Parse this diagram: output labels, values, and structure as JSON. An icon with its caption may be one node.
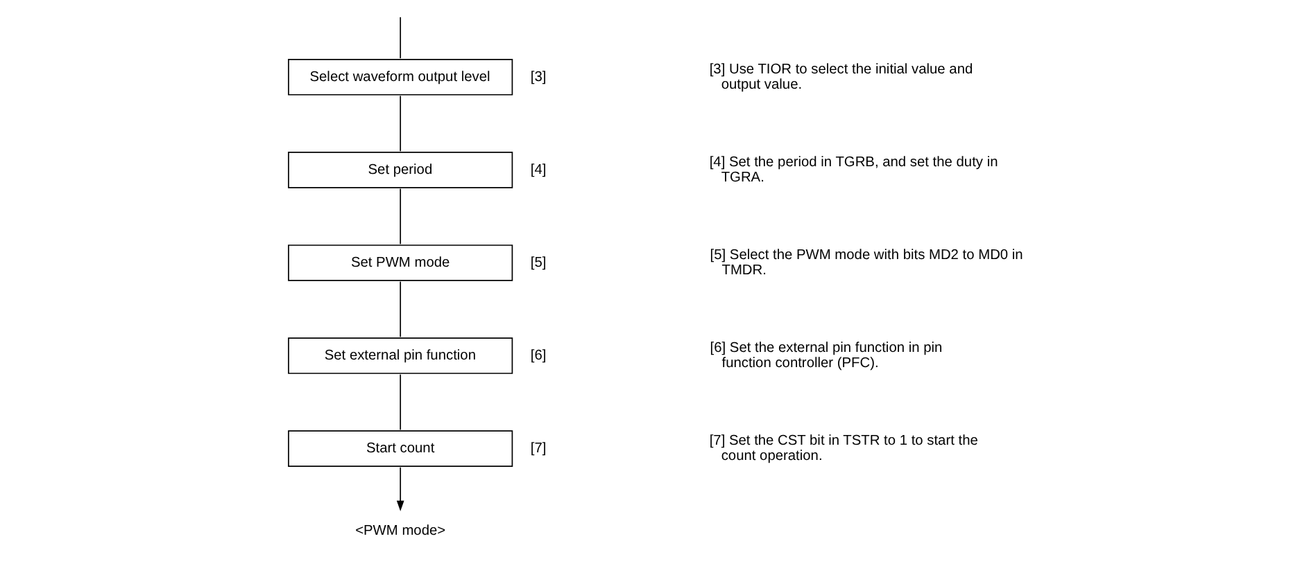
{
  "diagram": {
    "nodes": [
      {
        "text": [
          "Select waveform output level"
        ],
        "beside": [
          "[3]"
        ]
      },
      {
        "text": [
          "Set period"
        ],
        "beside": [
          "[4]"
        ]
      },
      {
        "text": [
          "Set PWM mode"
        ],
        "beside": [
          "[5]"
        ]
      },
      {
        "text": [
          "Set external pin function"
        ],
        "beside": [
          "[6]"
        ]
      },
      {
        "text": [
          "Start count"
        ],
        "beside": [
          "[7]"
        ]
      },
      {
        "text": [
          "<PWM mode>"
        ]
      }
    ],
    "edges": [
      {
        "from": null,
        "to": 0,
        "arrow": "none"
      },
      {
        "from": 0,
        "to": 1,
        "arrow": "none"
      },
      {
        "from": 1,
        "to": 2,
        "arrow": "none"
      },
      {
        "from": 2,
        "to": 3,
        "arrow": "none"
      },
      {
        "from": 3,
        "to": 4,
        "arrow": "none"
      },
      {
        "from": 4,
        "to": 5,
        "arrow": "to"
      }
    ],
    "labels": [
      "[3] Use TIOR to select the initial value and output value.",
      "[4] Set the period in TGRB, and set the duty in TGRA.",
      "[5] Select the PWM mode with bits MD2 to MD0 in TMDR.",
      "[6] Set the external pin function in pin function controller (PFC).",
      "[7] Set the CST bit in TSTR to 1 to start the count operation."
    ]
  }
}
